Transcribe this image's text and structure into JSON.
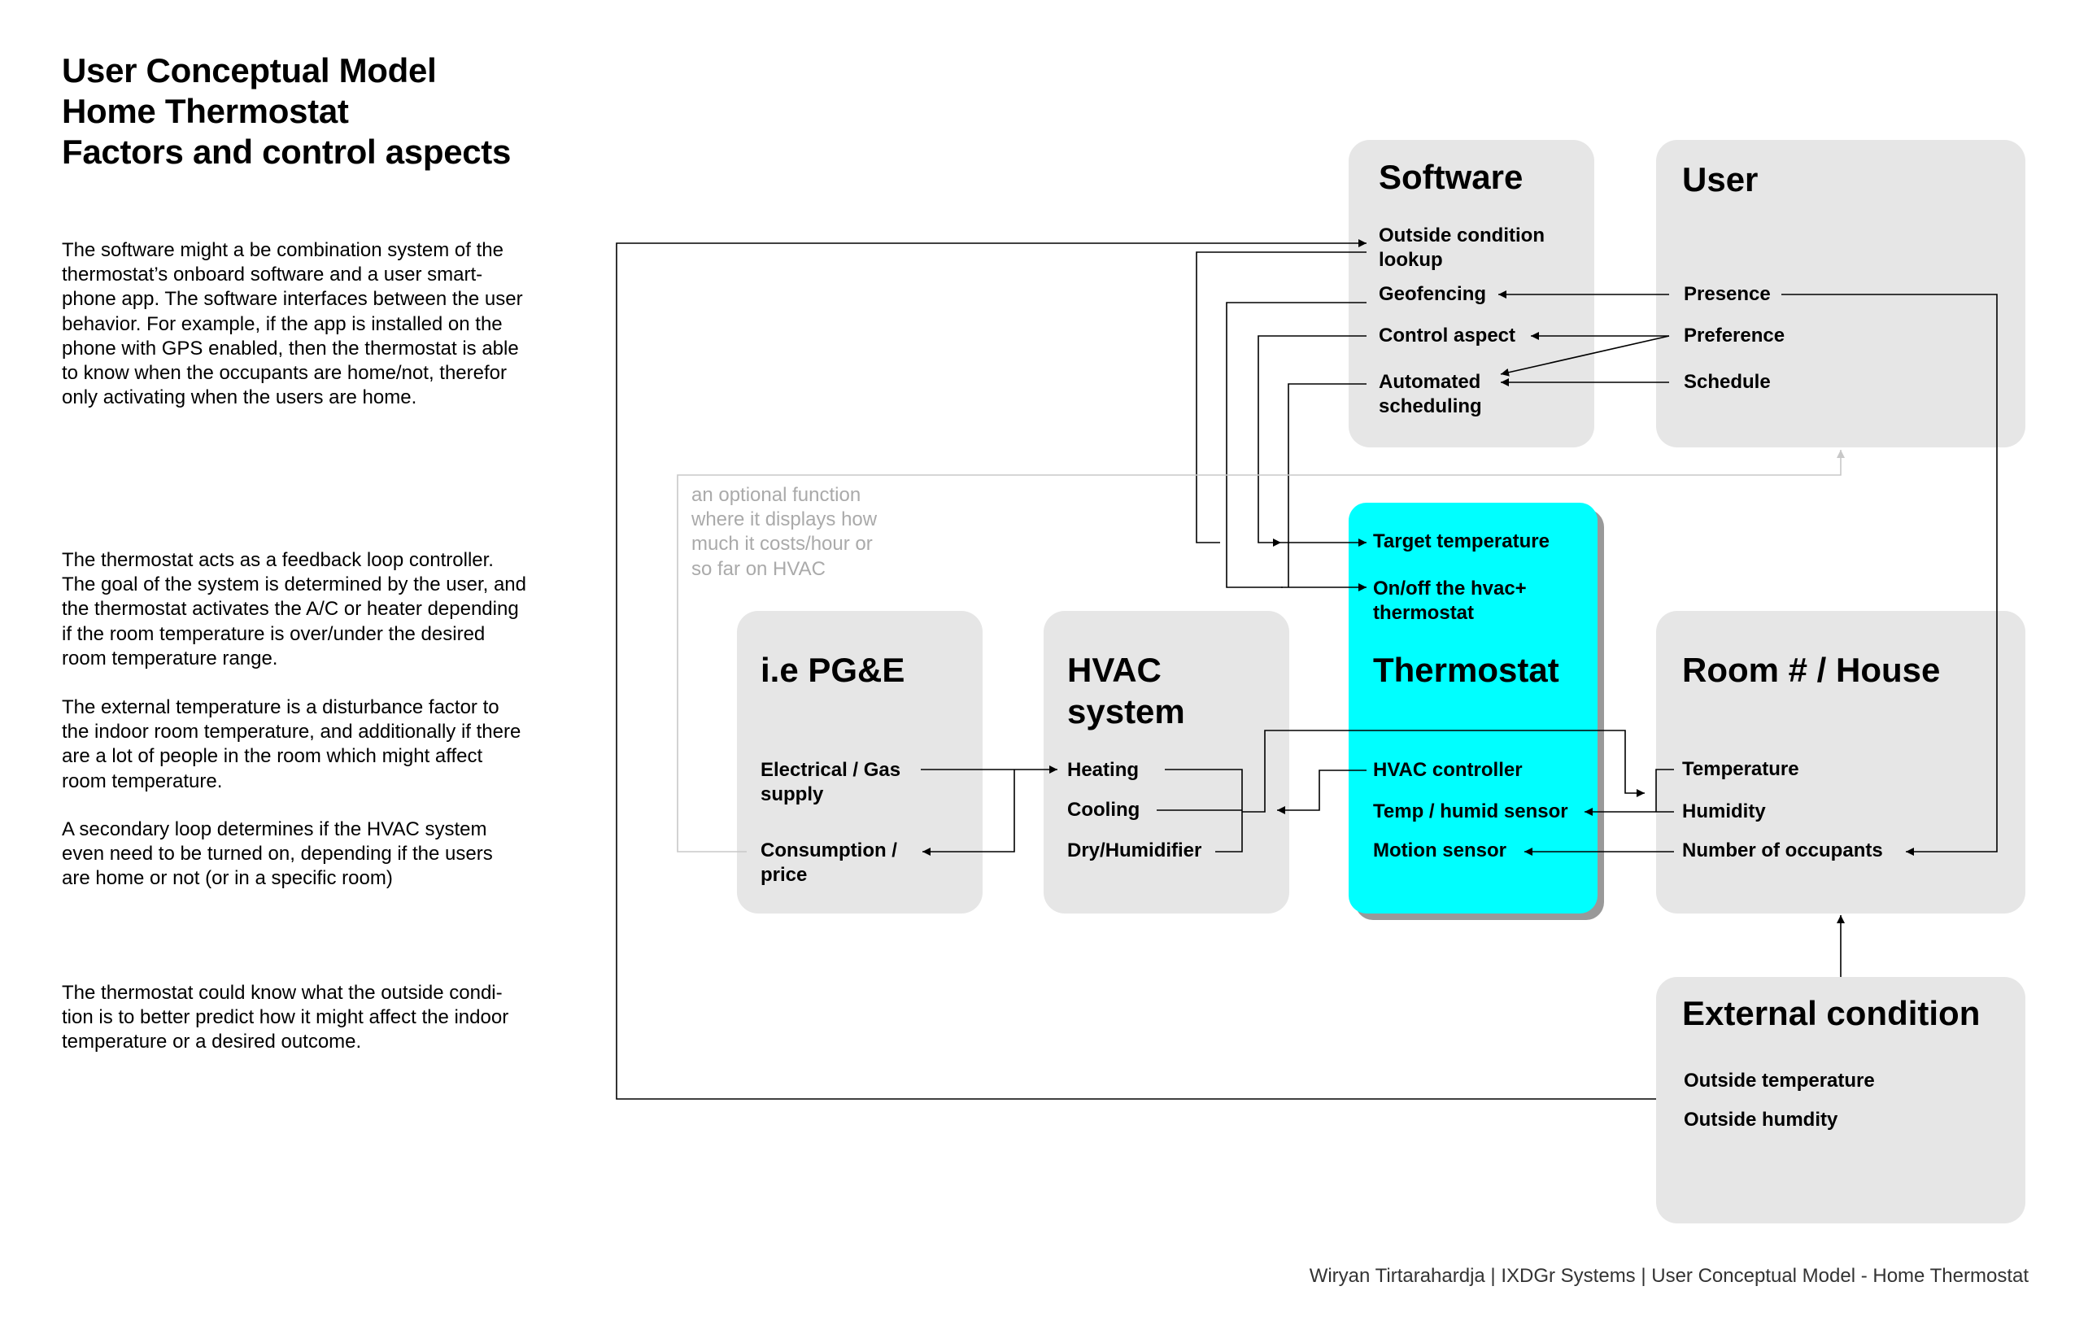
{
  "title": {
    "line1": "User Conceptual Model",
    "line2": "Home Thermostat",
    "line3": "Factors and control aspects"
  },
  "paragraphs": {
    "p1": "The software might a be combination system of the\nthermostat’s onboard software and a user smart-\nphone app. The software interfaces between the user\nbehavior. For example, if the app is installed on the\nphone with GPS enabled, then the thermostat is able\nto know when the occupants are home/not, therefor\nonly activating when the users are home.",
    "p2": "The thermostat acts as a feedback loop controller.\nThe goal of the system is determined by the user, and\nthe thermostat activates the A/C or heater depending\nif the room temperature is over/under the desired\nroom temperature range.",
    "p3": "The external temperature is a disturbance factor to\nthe indoor room temperature, and additionally if there\nare a lot of people in the room which might affect\nroom temperature.",
    "p4": "A secondary loop determines if the HVAC system\neven need to be turned on, depending if the users\nare home or not (or in a specific room)",
    "p5": "The thermostat could know what the outside condi-\ntion is to better predict how it might affect the indoor\ntemperature or a desired outcome."
  },
  "note": "an optional function\nwhere it displays how\nmuch it costs/hour or\nso far on HVAC",
  "boxes": {
    "software": {
      "title": "Software",
      "outside_lookup_1": "Outside condition",
      "outside_lookup_2": "lookup",
      "geofencing": "Geofencing",
      "control_aspect": "Control aspect",
      "automated_1": "Automated",
      "automated_2": "scheduling"
    },
    "user": {
      "title": "User",
      "presence": "Presence",
      "preference": "Preference",
      "schedule": "Schedule"
    },
    "pge": {
      "title": "i.e PG&E",
      "supply_1": "Electrical / Gas",
      "supply_2": "supply",
      "consumption_1": "Consumption /",
      "consumption_2": "price"
    },
    "hvac": {
      "title_1": "HVAC",
      "title_2": "system",
      "heating": "Heating",
      "cooling": "Cooling",
      "dry": "Dry/Humidifier"
    },
    "thermostat": {
      "target": "Target temperature",
      "onoff_1": "On/off the hvac+",
      "onoff_2": "thermostat",
      "title": "Thermostat",
      "controller": "HVAC controller",
      "sensor": "Temp / humid sensor",
      "motion": "Motion sensor"
    },
    "room": {
      "title": "Room # / House",
      "temperature": "Temperature",
      "humidity": "Humidity",
      "occupants": "Number of occupants"
    },
    "external": {
      "title": "External condition",
      "outside_temp": "Outside temperature",
      "outside_humidity": "Outside humdity"
    }
  },
  "colors": {
    "box_fill": "#e6e6e6",
    "thermostat_fill": "#00ffff",
    "shadow": "#999999",
    "line": "#000000",
    "optional_line": "#c8c8c8"
  },
  "footer": "Wiryan Tirtarahardja | IXDGr Systems | User Conceptual Model - Home Thermostat"
}
